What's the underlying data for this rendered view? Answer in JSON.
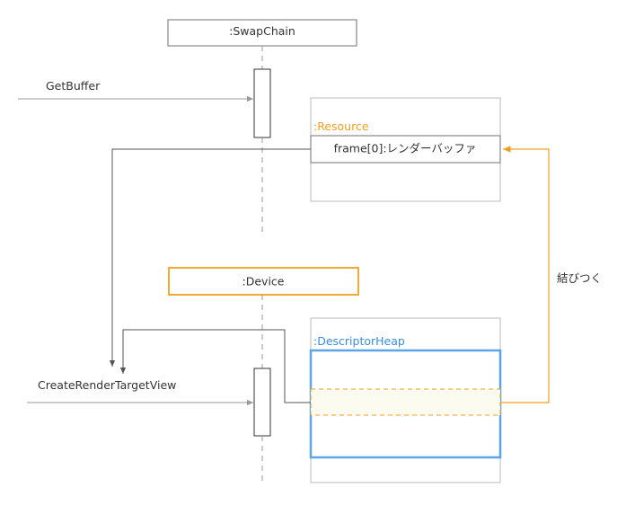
{
  "swapchain": {
    "label": ":SwapChain"
  },
  "device": {
    "label": ":Device"
  },
  "messages": {
    "get_buffer": "GetBuffer",
    "create_rtv": "CreateRenderTargetView"
  },
  "resource": {
    "label": ":Resource",
    "field": "frame[0]:レンダーバッファ"
  },
  "descriptor_heap": {
    "label": ":DescriptorHeap"
  },
  "link": {
    "label": "結びつく"
  },
  "colors": {
    "line": "#555555",
    "light_gray": "#aaaaaa",
    "orange": "#f0a020",
    "blue": "#5aa6e8",
    "text": "#333333"
  }
}
